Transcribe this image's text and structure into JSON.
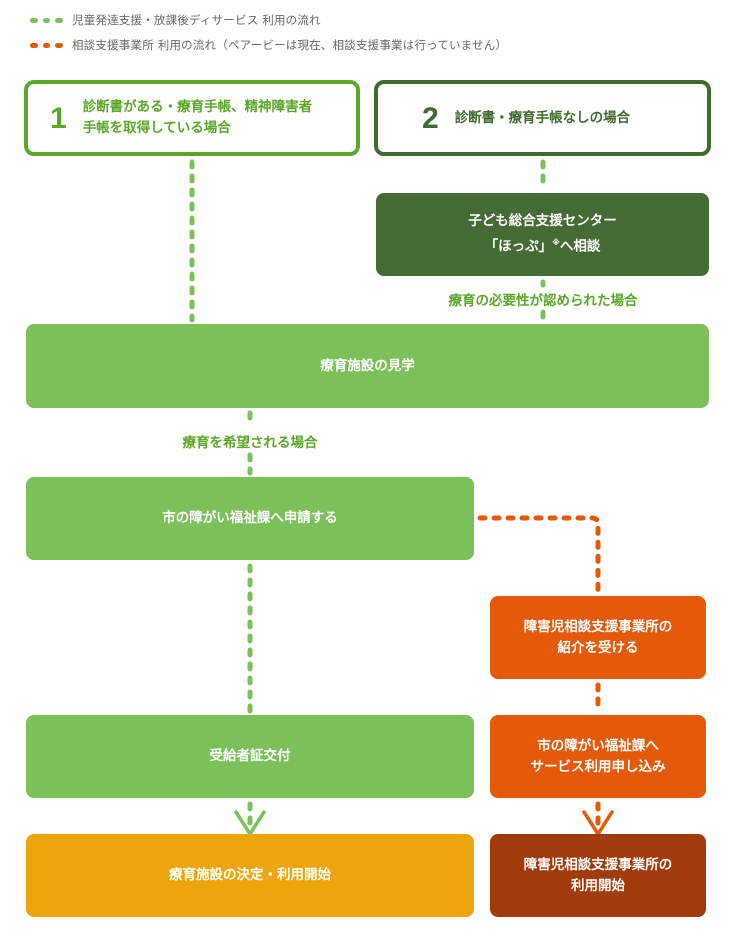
{
  "legend": [
    {
      "text": "児童発達支援・放課後ディサービス 利用の流れ",
      "color": "#7cc05a"
    },
    {
      "text": "相談支援事業所 利用の流れ（ペアービーは現在、相談支援事業は行っていません）",
      "color": "#e45a0a"
    }
  ],
  "start": [
    {
      "number": "1",
      "text_line1": "診断書がある・療育手帳、精神障害者",
      "text_line2": "手帳を取得している場合",
      "color": "#5ba829"
    },
    {
      "number": "2",
      "text": "診断書・療育手帳なしの場合",
      "color": "#3f6b2e"
    }
  ],
  "consult": {
    "line1": "子ども総合支援センター",
    "line2_a": "「ほっぷ」",
    "line2_note": "※",
    "line2_b": "へ相談",
    "color": "#436b33"
  },
  "conditions": {
    "need_recognized": "療育の必要性が認められた場合",
    "hope": "療育を希望される場合"
  },
  "steps": {
    "visit": "療育施設の見学",
    "apply": "市の障がい福祉課へ申請する",
    "certificate": "受給者証交付",
    "decide": "療育施設の決定・利用開始"
  },
  "consult_flow": {
    "intro_line1": "障害児相談支援事業所の",
    "intro_line2": "紹介を受ける",
    "apply_line1": "市の障がい福祉課へ",
    "apply_line2": "サービス利用申し込み",
    "start_line1": "障害児相談支援事業所の",
    "start_line2": "利用開始"
  },
  "colors": {
    "green": "#7cc05a",
    "green_text": "#5ba829",
    "dark_green": "#436b33",
    "orange": "#e45a0a",
    "yellow": "#eca60c",
    "brown": "#a23b0c"
  }
}
